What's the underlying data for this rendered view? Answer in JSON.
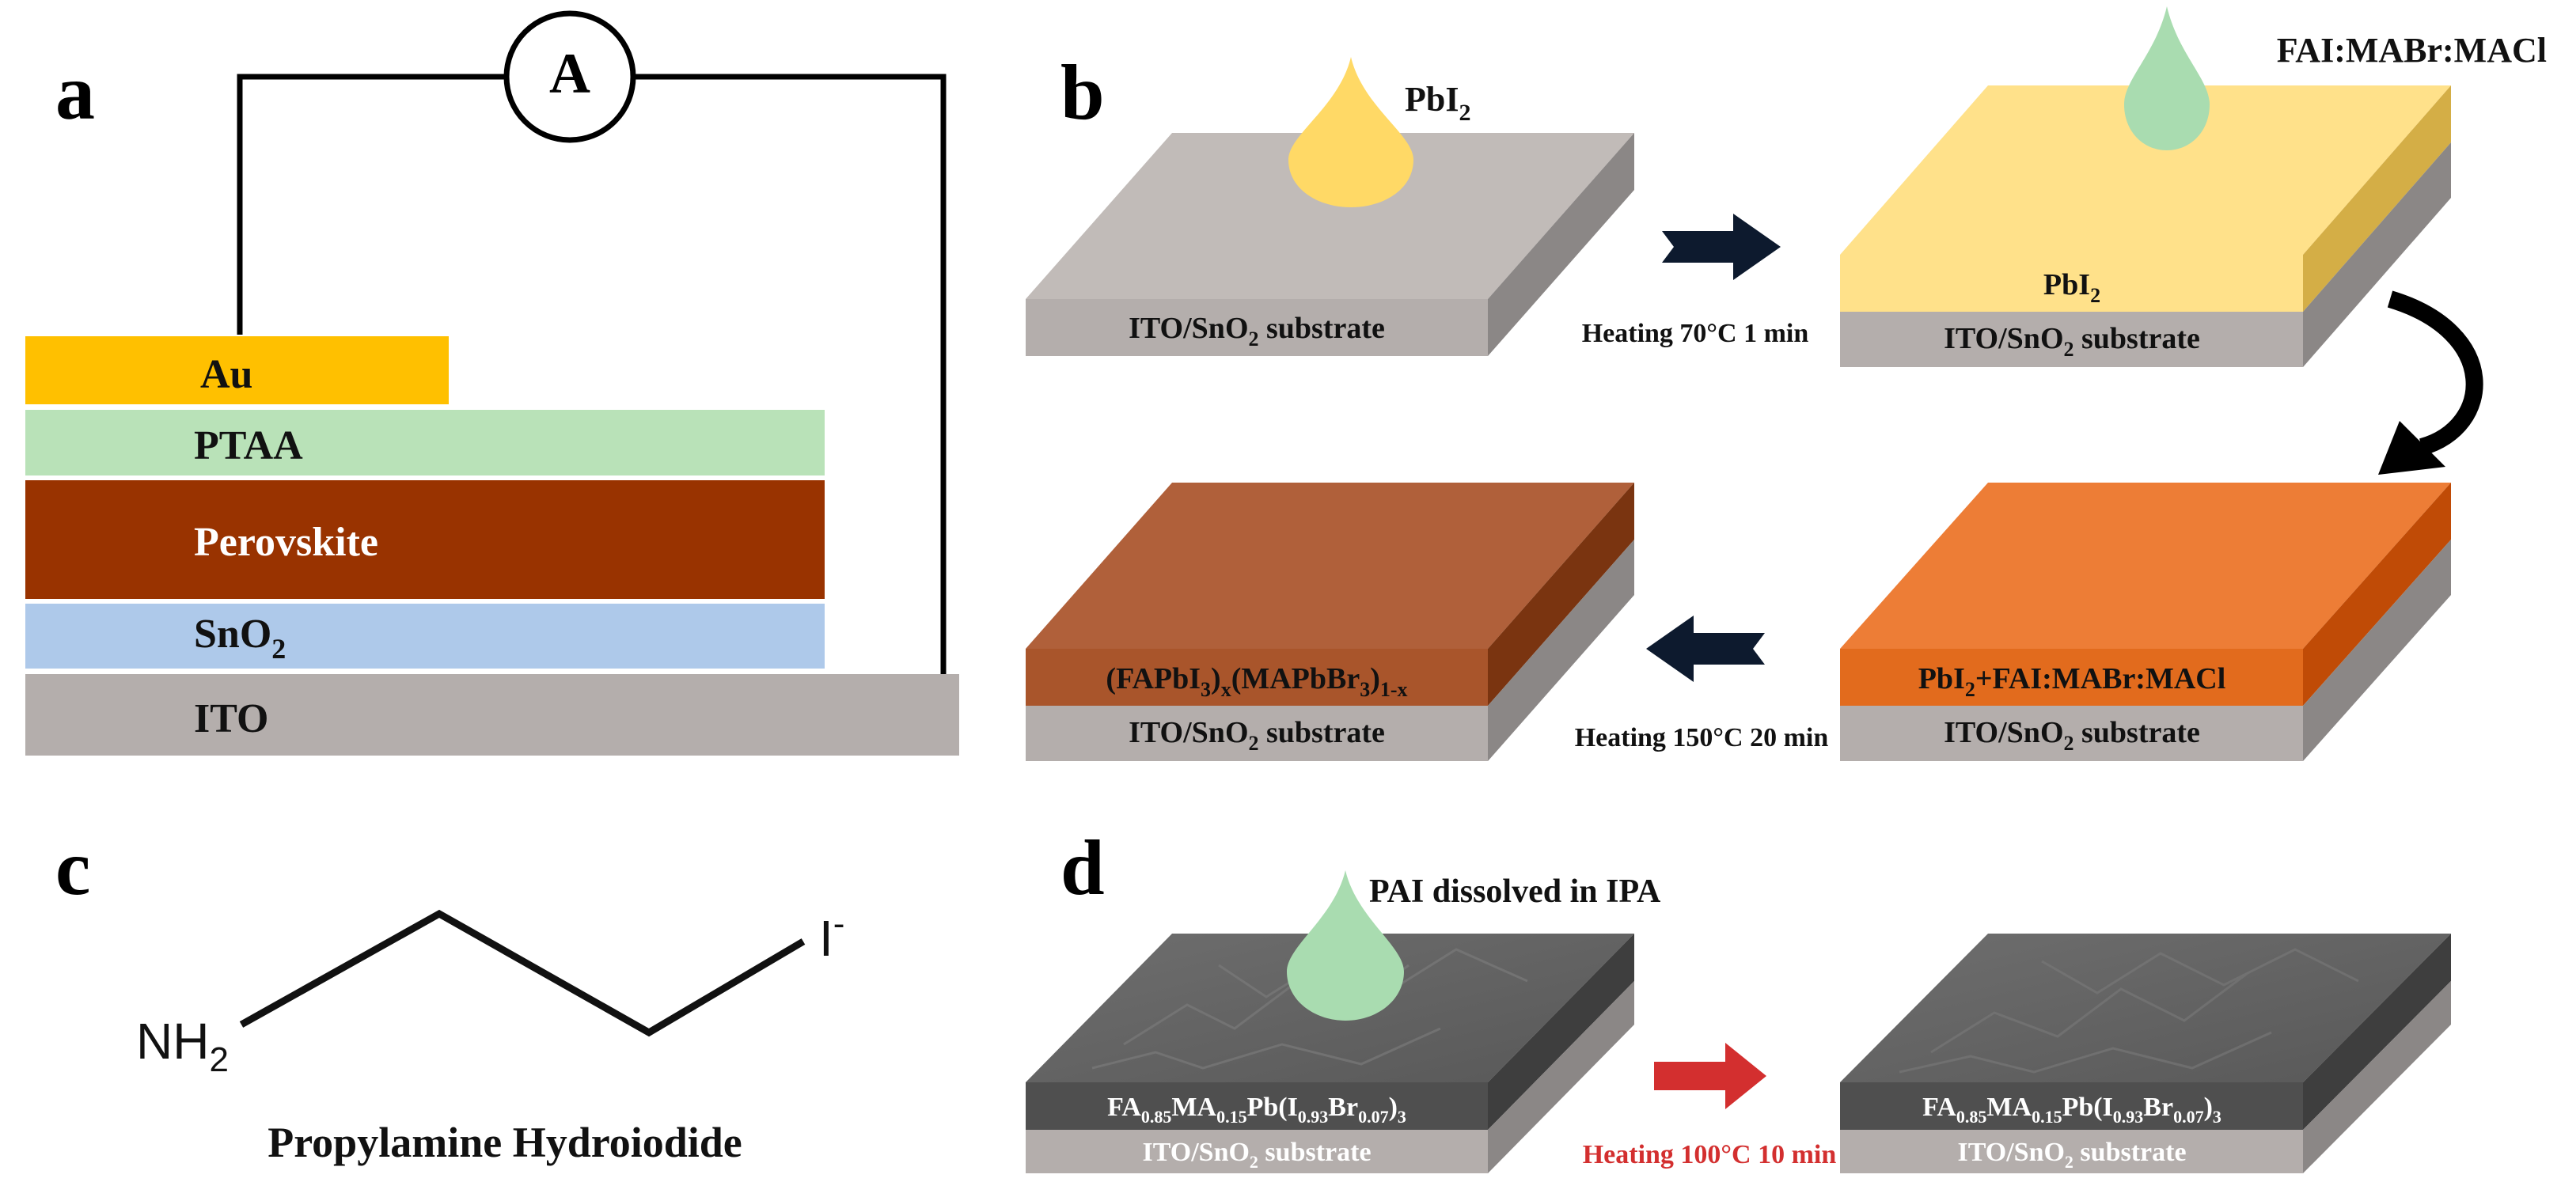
{
  "panel_letters": {
    "a": "a",
    "b": "b",
    "c": "c",
    "d": "d"
  },
  "panel_a": {
    "ammeter": "A",
    "layers": {
      "au": "Au",
      "ptaa": "PTAA",
      "perovskite": "Perovskite",
      "sno2": "SnO",
      "sno2_sub": "2",
      "ito": "ITO"
    },
    "colors": {
      "au": "#ffc000",
      "ptaa": "#b9e2b8",
      "perovskite": "#993300",
      "sno2": "#aec9ea",
      "ito": "#b4aeac"
    }
  },
  "panel_b": {
    "drop1_label": "PbI",
    "drop1_label_sub": "2",
    "drop2_label": "FAI:MABr:MACl",
    "substrate_label_main": "ITO/SnO",
    "substrate_label_sub": "2",
    "substrate_label_tail": " substrate",
    "layer_pbi2": "PbI",
    "layer_pbi2_sub": "2",
    "layer_mix": "PbI",
    "layer_mix_sub": "2",
    "layer_mix_tail": "+FAI:MABr:MACl",
    "layer_final": {
      "p1": "(FAPbI",
      "s1": "3",
      "p2": ")",
      "s2": "x",
      "p3": "(MAPbBr",
      "s3": "3",
      "p4": ")",
      "s4": "1-x"
    },
    "step1": "Heating 70°C 1 min",
    "step2": "Heating 150°C 20 min",
    "colors": {
      "drop_pbi2": "#ffd966",
      "drop_fai": "#a9dcb0",
      "pbi2": "#ffe18a",
      "mix": "#e26b1d",
      "final": "#a9552b",
      "arrow": "#0d1a2e"
    }
  },
  "panel_c": {
    "nh2": "NH",
    "nh2_sub": "2",
    "iodide": "I",
    "iodide_sup": "-",
    "name": "Propylamine Hydroiodide"
  },
  "panel_d": {
    "drop_label": "PAI dissolved in IPA",
    "perovskite": {
      "p1": "FA",
      "s1": "0.85",
      "p2": "MA",
      "s2": "0.15",
      "p3": "Pb(I",
      "s3": "0.93",
      "p4": "Br",
      "s4": "0.07",
      "p5": ")",
      "s5": "3"
    },
    "substrate": "ITO/SnO",
    "substrate_sub": "2",
    "substrate_tail": " substrate",
    "step": "Heating 100°C 10 min",
    "colors": {
      "arrow": "#d32f2f",
      "step_text": "#d32f2f",
      "film": "#5c5c5c"
    }
  }
}
